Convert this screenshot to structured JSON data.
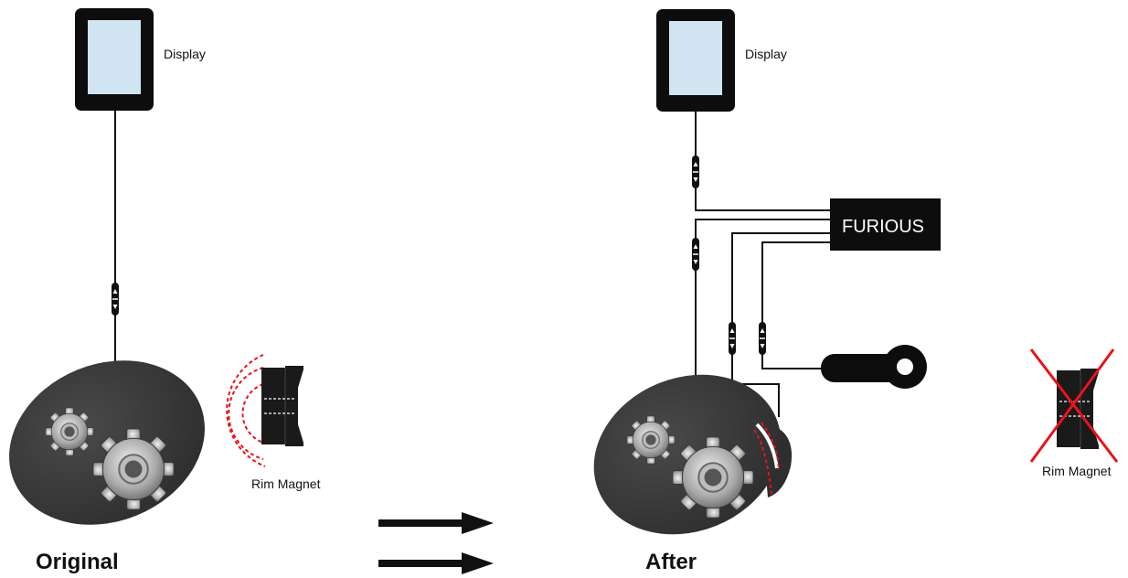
{
  "original": {
    "title": "Original",
    "display_label": "Display",
    "magnet_label": "Rim Magnet"
  },
  "after": {
    "title": "After",
    "display_label": "Display",
    "module_label": "FURIOUS",
    "magnet_label": "Rim Magnet"
  },
  "colors": {
    "screen": "#d0e4f2",
    "device": "#0d0d0d",
    "motor": "#333333",
    "signal": "#e8141b",
    "cross": "#e8141b"
  },
  "icons": [
    "gear-icon",
    "magnet-icon",
    "sensor-icon",
    "connector-icon",
    "arrow-right-icon",
    "cross-icon"
  ]
}
